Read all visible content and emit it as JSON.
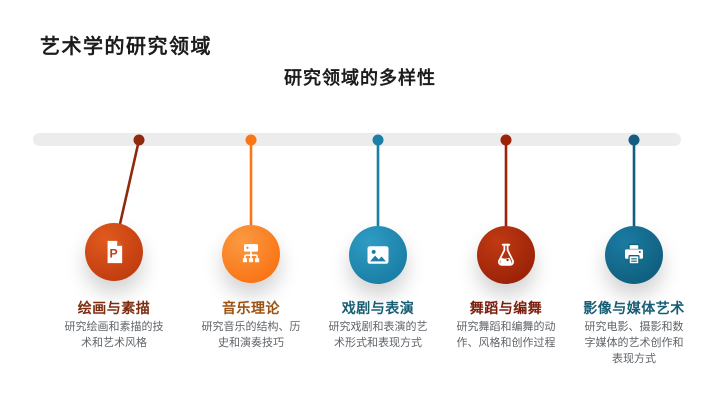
{
  "slide": {
    "title": "艺术学的研究领域",
    "subtitle": "研究领域的多样性",
    "title_color": "#1c1c1c",
    "background": "#ffffff",
    "timeline_color": "#ececec",
    "description_color": "#5f6368"
  },
  "items": [
    {
      "title": "绘画与素描",
      "desc": "研究绘画和素描的技\n术和艺术风格",
      "icon": "ppt-document-icon",
      "color": "#c23d10",
      "color_light": "#e05a1e",
      "dot_color": "#8e2a0e",
      "label_color": "#7e2d10"
    },
    {
      "title": "音乐理论",
      "desc": "研究音乐的结构、历\n史和演奏技巧",
      "icon": "sitemap-icon",
      "color": "#f97516",
      "color_light": "#fb9a42",
      "dot_color": "#f97516",
      "label_color": "#9c5210"
    },
    {
      "title": "戏剧与表演",
      "desc": "研究戏剧和表演的艺\n术形式和表现方式",
      "icon": "image-icon",
      "color": "#1b7fa6",
      "color_light": "#2f9cc4",
      "dot_color": "#1b7fa6",
      "label_color": "#175e75"
    },
    {
      "title": "舞蹈与编舞",
      "desc": "研究舞蹈和编舞的动\n作、风格和创作过程",
      "icon": "flask-icon",
      "color": "#9c2208",
      "color_light": "#c03a12",
      "dot_color": "#9c2208",
      "label_color": "#7c1d0c"
    },
    {
      "title": "影像与媒体艺术",
      "desc": "研究电影、摄影和数\n字媒体的艺术创作和\n表现方式",
      "icon": "printer-icon",
      "color": "#10607f",
      "color_light": "#1b7ba3",
      "dot_color": "#135e80",
      "label_color": "#175e75"
    }
  ]
}
